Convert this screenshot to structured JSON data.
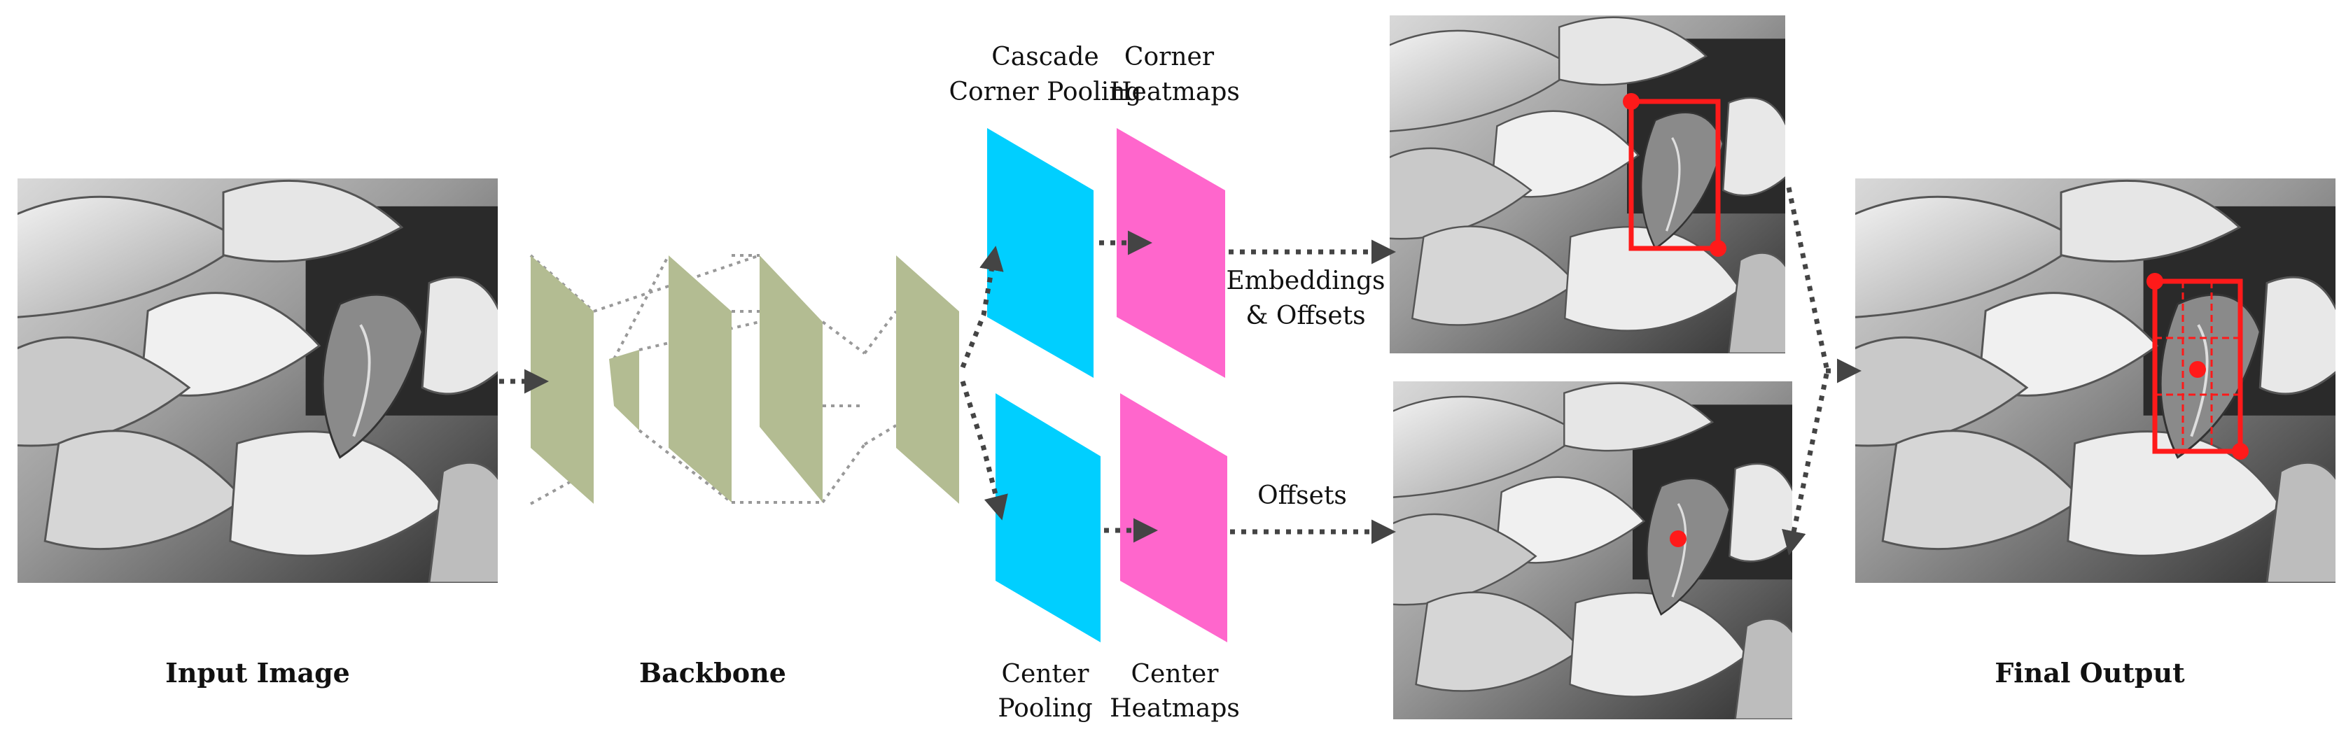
{
  "labels": {
    "input_image": "Input Image",
    "backbone": "Backbone",
    "final_output": "Final Output",
    "cascade_corner_pooling_line1": "Cascade",
    "cascade_corner_pooling_line2": "Corner Pooling",
    "corner_heatmaps_line1": "Corner",
    "corner_heatmaps_line2": "Heatmaps",
    "center_pooling_line1": "Center",
    "center_pooling_line2": "Pooling",
    "center_heatmaps_line1": "Center",
    "center_heatmaps_line2": "Heatmaps",
    "embeddings_offsets_line1": "Embeddings",
    "embeddings_offsets_line2": "& Offsets",
    "offsets": "Offsets"
  },
  "colors": {
    "backbone_layer": "#b3bc92",
    "pooling_layer": "#00cfff",
    "heatmap_layer": "#ff66cc",
    "detection": "#ff1a1a",
    "arrow": "#444444"
  }
}
